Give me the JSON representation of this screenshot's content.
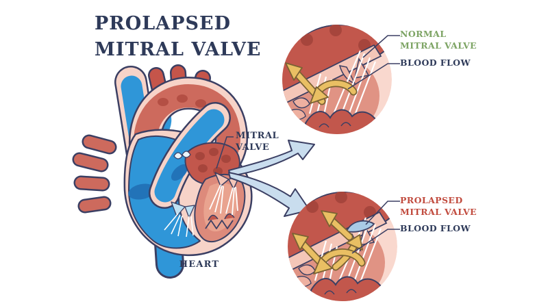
{
  "title": {
    "line1": "PROLAPSED",
    "line2": "MITRAL VALVE"
  },
  "heart": {
    "label": "HEART",
    "mitral_valve_pointer": {
      "line1": "MITRAL",
      "line2": "VALVE"
    }
  },
  "insets": {
    "normal": {
      "title_line1": "NORMAL",
      "title_line2": "MITRAL VALVE",
      "blood_flow": "BLOOD FLOW"
    },
    "prolapsed": {
      "title_line1": "PROLAPSED",
      "title_line2": "MITRAL VALVE",
      "blood_flow": "BLOOD FLOW"
    }
  },
  "colors": {
    "title_navy": "#2e3a59",
    "normal_green": "#7da464",
    "prolapsed_red": "#c14b3e",
    "outline_navy": "#3b3f63",
    "heart_wall_pink": "#f7d3c8",
    "inset_background_pink": "#f9d8ce",
    "tissue_dark_red": "#c2574c",
    "tissue_dot_red": "#a6453c",
    "tissue_mid_pink": "#e09384",
    "tissue_light_pink": "#f4c6b8",
    "vessel_salmon": "#cd6a5d",
    "blood_blue": "#2f96d8",
    "blood_blue_dark": "#2166a8",
    "flow_arrow_yellow": "#e9bf63",
    "flow_arrow_outline": "#7a6233",
    "pointer_arrow_blue_fill": "#c9ddee"
  }
}
